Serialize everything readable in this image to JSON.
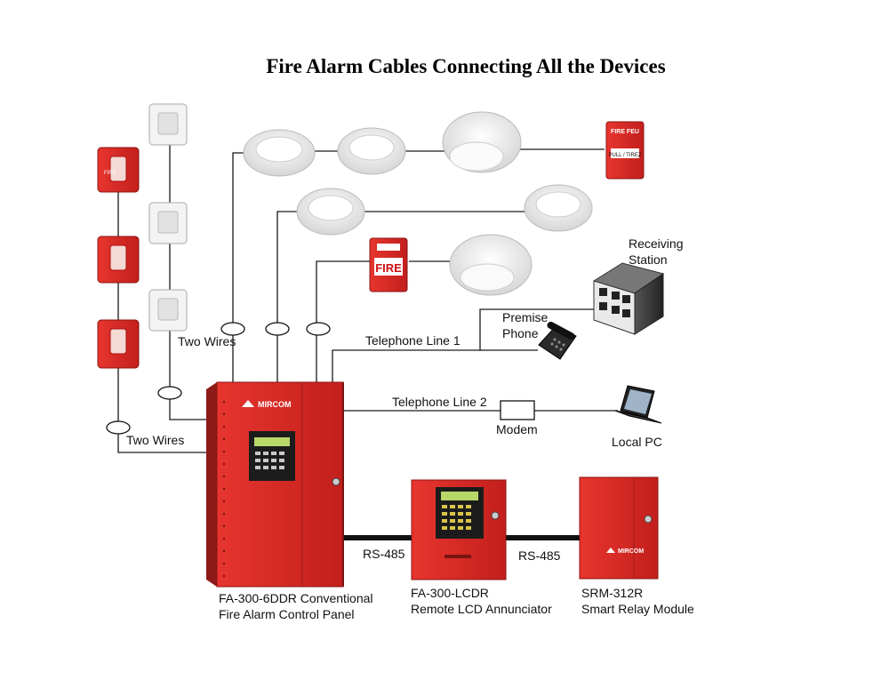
{
  "title": "Fire Alarm Cables Connecting All the Devices",
  "wiring_labels": {
    "two_wires_1": "Two Wires",
    "two_wires_2": "Two Wires",
    "telephone_line_1": "Telephone Line 1",
    "telephone_line_2": "Telephone Line 2",
    "rs485_1": "RS-485",
    "rs485_2": "RS-485"
  },
  "devices": {
    "receiving_station": [
      "Receiving",
      "Station"
    ],
    "premise_phone": [
      "Premise",
      "Phone"
    ],
    "modem": "Modem",
    "local_pc": "Local PC",
    "control_panel": [
      "FA-300-6DDR Conventional",
      "Fire Alarm Control Panel"
    ],
    "annunciator": [
      "FA-300-LCDR",
      "Remote LCD Annunciator"
    ],
    "relay_module": [
      "SRM-312R",
      "Smart Relay Module"
    ]
  },
  "device_markings": {
    "brand": "MIRCOM",
    "pull_station_fire": "FIRE",
    "pull_station_top": "FIRE  FEU",
    "pull_station_handle": "PULL / TIREZ",
    "strobe_text": "FIRE"
  },
  "colors": {
    "panel_red": "#d42a27",
    "panel_dark": "#a01a18",
    "wire": "#1a1a1a",
    "detector_white": "#f1f1f1"
  }
}
